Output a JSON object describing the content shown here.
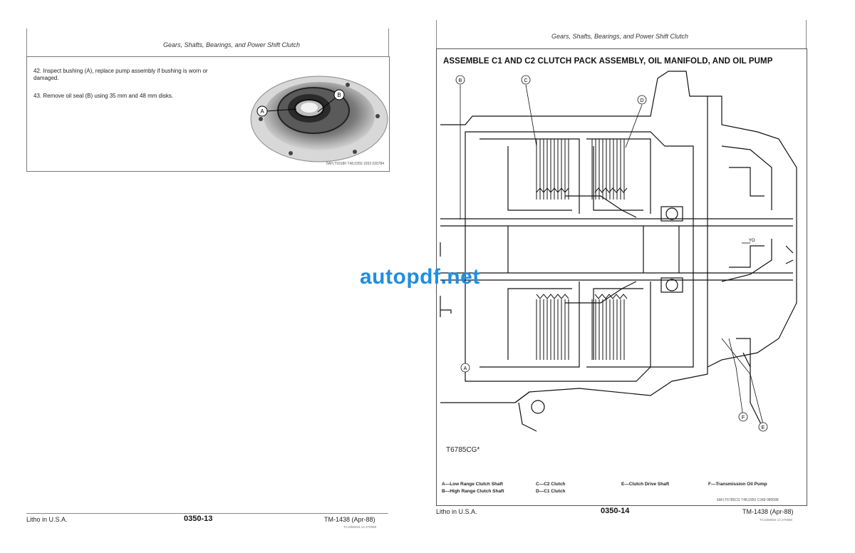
{
  "left_page": {
    "header": "Gears, Shafts, Bearings, and Power Shift Clutch",
    "steps": [
      "42. Inspect bushing (A), replace pump assembly if bushing is worn or damaged.",
      "43. Remove oil seal (B) using 35 mm and 48 mm disks."
    ],
    "photo": {
      "callout_a": "A",
      "callout_b": "B",
      "caption": "6AH,T93180 T48,0350 1552 030784"
    },
    "footer": {
      "litho": "Litho in U.S.A.",
      "page_number": "0350-13",
      "manual": "TM-1438 (Apr-88)",
      "tiny": "TC1058315 13 270588"
    }
  },
  "right_page": {
    "header": "Gears, Shafts, Bearings, and Power Shift Clutch",
    "title": "ASSEMBLE C1 AND C2 CLUTCH PACK ASSEMBLY, OIL MANIFOLD, AND OIL PUMP",
    "figure_id": "T6785CG*",
    "callouts": {
      "a": "A",
      "b": "B",
      "c": "C",
      "d": "D",
      "e": "E",
      "f": "F",
      "yo": "YO"
    },
    "legend": {
      "a": "A—Low Range Clutch Shaft",
      "b": "B—High Range Clutch Shaft",
      "c": "C—C2 Clutch",
      "d": "D—C1 Clutch",
      "e": "E—Clutch Drive Shaft",
      "f": "F—Transmission Oil Pump"
    },
    "caption": "6AH,T6785CG T48,0350 C349 080588",
    "footer": {
      "litho": "Litho in U.S.A.",
      "page_number": "0350-14",
      "manual": "TM-1438 (Apr-88)",
      "tiny": "TC1058003 14 270588"
    }
  },
  "watermark": "autopdf.net"
}
